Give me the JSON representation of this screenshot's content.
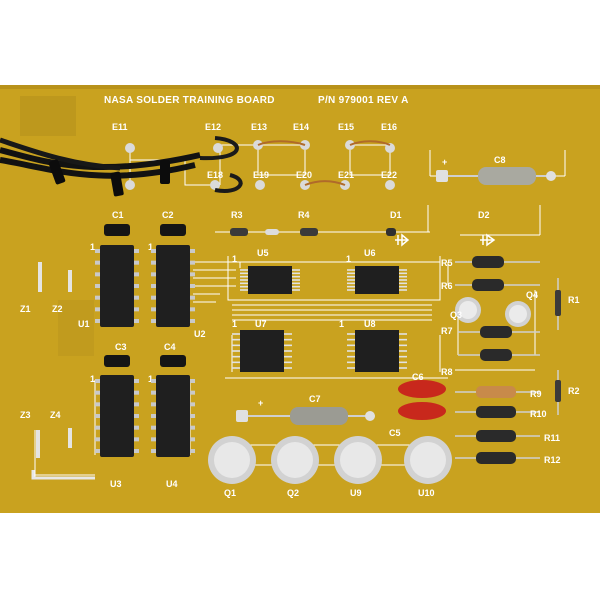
{
  "image": {
    "subject": "photo of a yellow printed circuit board with through-hole components",
    "colors": {
      "background": "#ffffff",
      "board": "#c9a21f",
      "board_dark": "#a9861a",
      "silkscreen": "#ffffff",
      "chip": "#1f1f1f",
      "solder": "#c9c9c9",
      "resistor": "#2a2a2a",
      "capacitor_red": "#c8281c",
      "capacitor_gray": "#9b9b93",
      "cable": "#121212"
    }
  },
  "board": {
    "title": "NASA SOLDER TRAINING BOARD",
    "part_number": "P/N 979001 REV A"
  },
  "labels": {
    "E11": "E11",
    "E12": "E12",
    "E13": "E13",
    "E14": "E14",
    "E15": "E15",
    "E16": "E16",
    "E18": "E18",
    "E19": "E19",
    "E20": "E20",
    "E21": "E21",
    "E22": "E22",
    "C1": "C1",
    "C2": "C2",
    "C3": "C3",
    "C4": "C4",
    "C5": "C5",
    "C6": "C6",
    "C7": "C7",
    "C8": "C8",
    "R1": "R1",
    "R2": "R2",
    "R3": "R3",
    "R4": "R4",
    "R5": "R5",
    "R6": "R6",
    "R7": "R7",
    "R8": "R8",
    "R9": "R9",
    "R10": "R10",
    "R11": "R11",
    "R12": "R12",
    "D1": "D1",
    "D2": "D2",
    "Z1": "Z1",
    "Z2": "Z2",
    "Z3": "Z3",
    "Z4": "Z4",
    "U1": "U1",
    "U2": "U2",
    "U3": "U3",
    "U4": "U4",
    "U5": "U5",
    "U6": "U6",
    "U7": "U7",
    "U8": "U8",
    "U9": "U9",
    "U10": "U10",
    "Q1": "Q1",
    "Q2": "Q2",
    "Q3": "Q3",
    "Q4": "Q4",
    "plus_c8": "+",
    "plus_c7": "+",
    "pin1_u1": "1",
    "pin1_u2": "1",
    "pin1_u3": "1",
    "pin1_u4": "1",
    "pin1_u5": "1",
    "pin1_u6": "1",
    "pin1_u7": "1",
    "pin1_u8": "1"
  }
}
